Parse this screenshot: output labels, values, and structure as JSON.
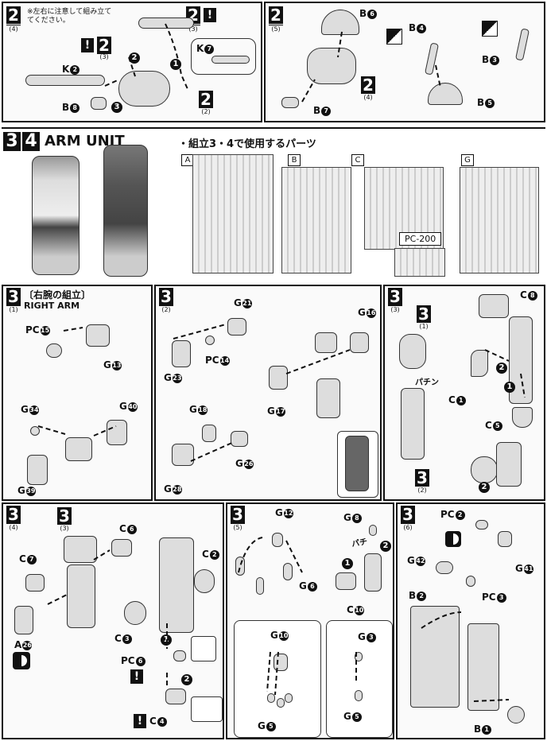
{
  "top_left": {
    "step": "2",
    "sub": "(4)",
    "note": "※左右に注意して組み立ててください。",
    "ref_a_step": "2",
    "ref_a_sub": "(3)",
    "ref_b_step": "2",
    "ref_b_sub": "(3)",
    "ref_c_step": "2",
    "ref_c_sub": "(2)",
    "labels": {
      "k2": "K",
      "k7": "K",
      "b8": "B"
    },
    "nums": {
      "k2": "2",
      "k7": "7",
      "b8": "8"
    },
    "steps": [
      "1",
      "2",
      "3"
    ]
  },
  "top_right": {
    "step": "2",
    "sub": "(5)",
    "ref_step": "2",
    "ref_sub": "(4)",
    "labels": {
      "b6": "B",
      "b4": "B",
      "b3": "B",
      "b5": "B",
      "b7": "B"
    },
    "nums": {
      "b6": "6",
      "b4": "4",
      "b3": "3",
      "b5": "5",
      "b7": "7"
    }
  },
  "arm_unit": {
    "num_a": "3",
    "num_b": "4",
    "title": "ARM UNIT",
    "parts_caption": "・組立3・4で使用するパーツ",
    "runners": [
      "A",
      "B",
      "C",
      "G"
    ],
    "pc_label": "PC-200"
  },
  "s3_1": {
    "step": "3",
    "sub": "(1)",
    "title_jp": "〔右腕の組立〕",
    "title_en": "RIGHT ARM",
    "labels": {
      "pc15": "PC",
      "g13": "G",
      "g34": "G",
      "g40": "G",
      "g39": "G"
    },
    "nums": {
      "pc15": "15",
      "g13": "13",
      "g34": "34",
      "g40": "40",
      "g39": "39"
    }
  },
  "s3_2": {
    "step": "3",
    "sub": "(2)",
    "labels": {
      "g21": "G",
      "g16": "G",
      "g23": "G",
      "pc14": "PC",
      "g17": "G",
      "g18": "G",
      "g26": "G",
      "g28": "G"
    },
    "nums": {
      "g21": "21",
      "g16": "16",
      "g23": "23",
      "pc14": "14",
      "g17": "17",
      "g18": "18",
      "g26": "26",
      "g28": "28"
    }
  },
  "s3_3": {
    "step": "3",
    "sub": "(3)",
    "ref1_step": "3",
    "ref1_sub": "(1)",
    "ref2_step": "3",
    "ref2_sub": "(2)",
    "click": "パチン",
    "labels": {
      "c8": "C",
      "c1": "C",
      "c5": "C"
    },
    "nums": {
      "c8": "8",
      "c1": "1",
      "c5": "5"
    },
    "steps": [
      "1",
      "2",
      "2"
    ]
  },
  "s3_4": {
    "step": "3",
    "sub": "(4)",
    "ref_step": "3",
    "ref_sub": "(3)",
    "labels": {
      "c6": "C",
      "c7": "C",
      "a26": "A",
      "c2": "C",
      "c3": "C",
      "pc6": "PC",
      "c4": "C"
    },
    "nums": {
      "c6": "6",
      "c7": "7",
      "a26": "26",
      "c2": "2",
      "c3": "3",
      "pc6": "6",
      "c4": "4"
    },
    "steps": [
      "1",
      "2"
    ]
  },
  "s3_5": {
    "step": "3",
    "sub": "(5)",
    "click": "パチ",
    "labels": {
      "g12": "G",
      "g8": "G",
      "g6": "G",
      "c10": "C",
      "g10": "G",
      "g5a": "G",
      "g3": "G",
      "g5b": "G"
    },
    "nums": {
      "g12": "12",
      "g8": "8",
      "g6": "6",
      "c10": "10",
      "g10": "10",
      "g5a": "5",
      "g3": "3",
      "g5b": "5"
    },
    "steps": [
      "1",
      "2"
    ]
  },
  "s3_6": {
    "step": "3",
    "sub": "(6)",
    "labels": {
      "pc2": "PC",
      "g42": "G",
      "g41": "G",
      "pc3": "PC",
      "b2": "B",
      "b1": "B"
    },
    "nums": {
      "pc2": "2",
      "g42": "42",
      "g41": "41",
      "pc3": "3",
      "b2": "2",
      "b1": "1"
    }
  }
}
